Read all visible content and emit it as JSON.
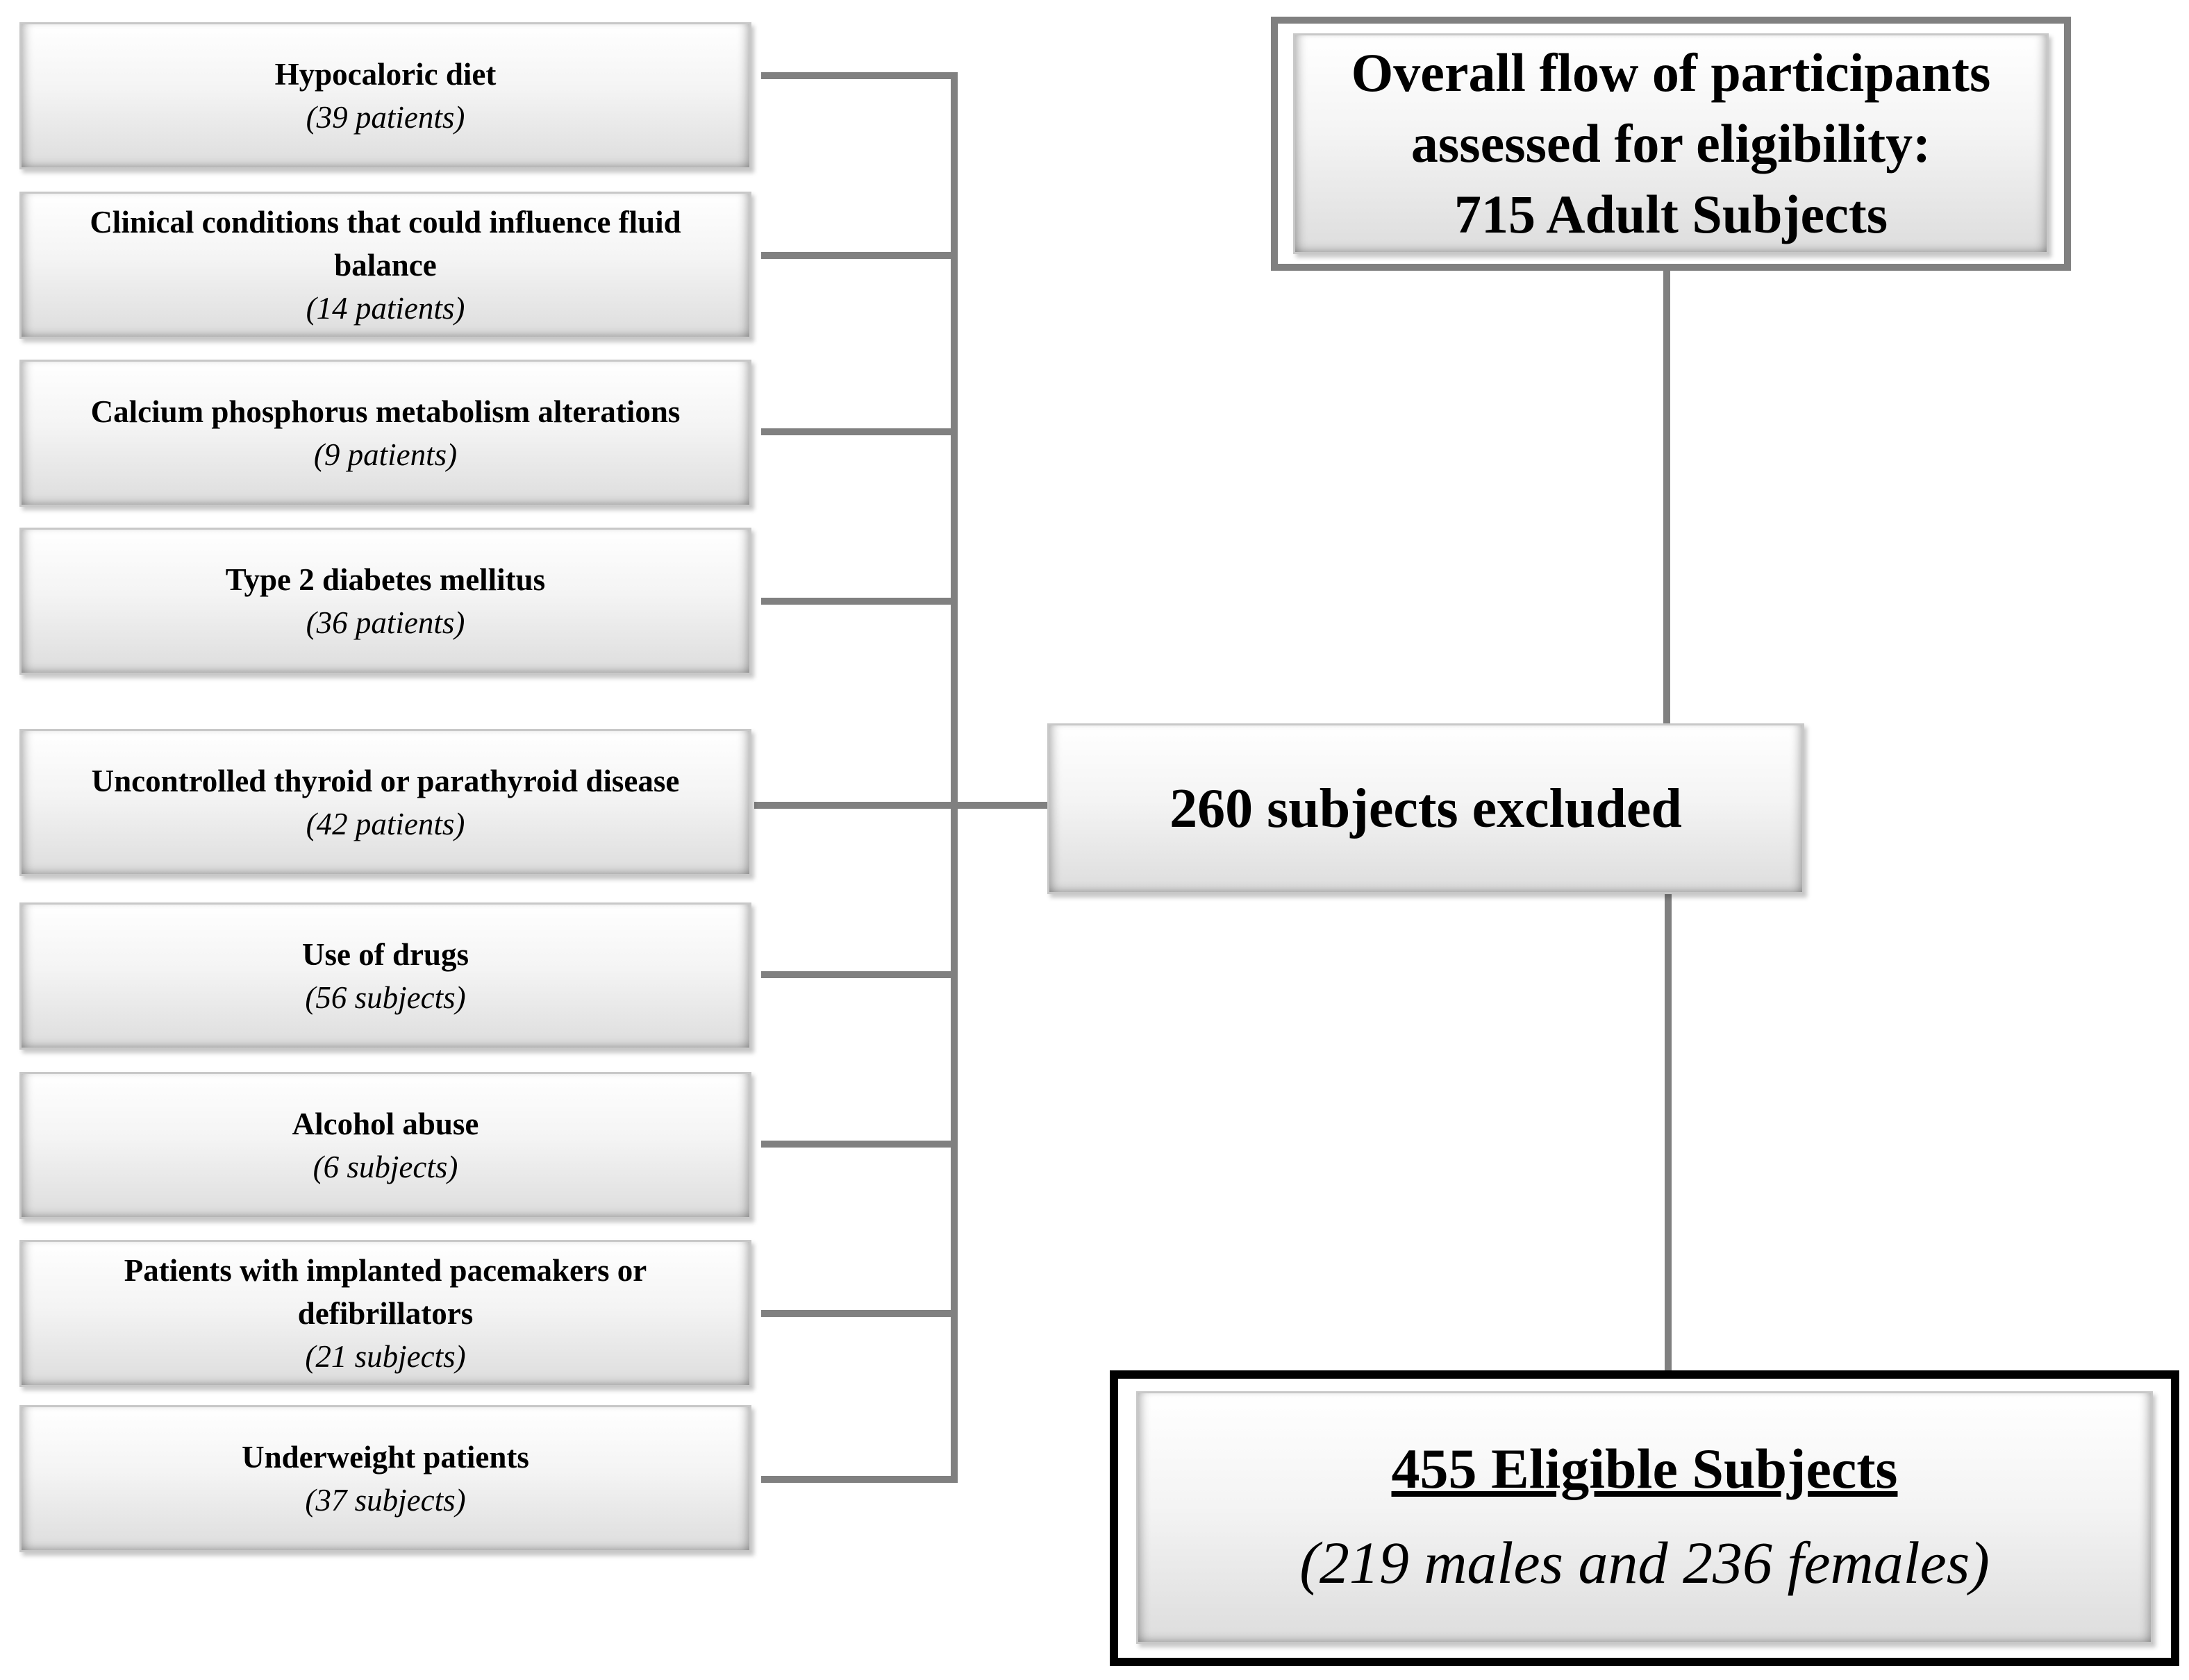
{
  "top_box": {
    "lines": [
      "Overall flow of participants",
      "assessed for eligibility:",
      "715 Adult Subjects"
    ]
  },
  "middle_box": {
    "label": "260 subjects excluded"
  },
  "exclusions": [
    {
      "label": "Hypocaloric diet",
      "count": "(39 patients)"
    },
    {
      "label": "Clinical conditions that could influence fluid balance",
      "count": "(14 patients)"
    },
    {
      "label": "Calcium phosphorus metabolism alterations",
      "count": "(9 patients)"
    },
    {
      "label": "Type 2 diabetes mellitus",
      "count": "(36 patients)"
    },
    {
      "label": "Uncontrolled thyroid or parathyroid disease",
      "count": "(42 patients)"
    },
    {
      "label": "Use of drugs",
      "count": "(56 subjects)"
    },
    {
      "label": "Alcohol abuse",
      "count": "(6 subjects)"
    },
    {
      "label": "Patients with implanted pacemakers or defibrillators",
      "count": "(21 subjects)"
    },
    {
      "label": "Underweight patients",
      "count": "(37 subjects)"
    }
  ],
  "final_box": {
    "title": "455 Eligible Subjects",
    "subtitle": "(219 males and 236 females)"
  },
  "colors": {
    "connector": "#808080",
    "final_border": "#000000",
    "top_border": "#808080"
  }
}
